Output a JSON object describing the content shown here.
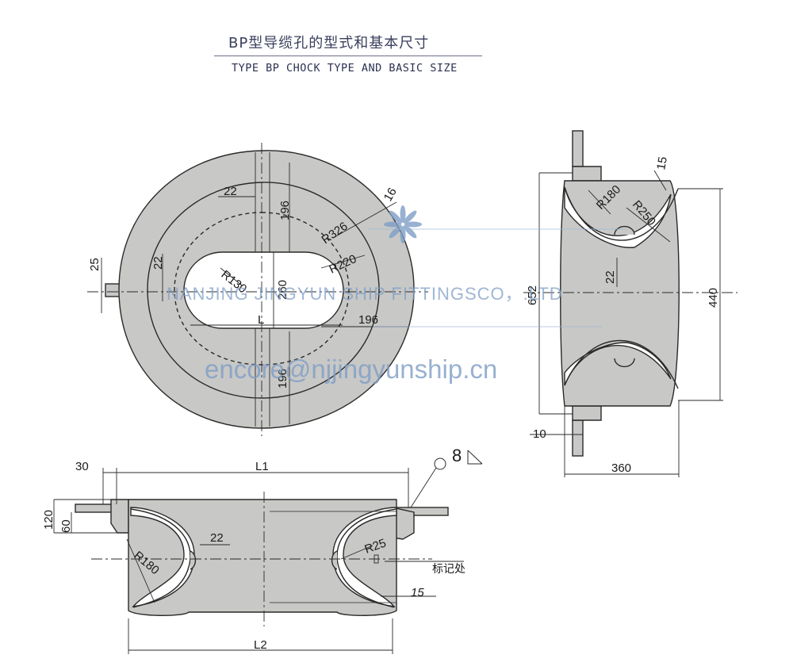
{
  "title_cn": "BP型导缆孔的型式和基本尺寸",
  "title_en": "TYPE BP CHOCK TYPE AND BASIC SIZE",
  "watermark": {
    "company": "NANJING JINGYUN SHIP FITTINGSCO，.LTD",
    "email": "encore@njjingyunship.cn",
    "color": "#7f9ec6"
  },
  "top_view": {
    "d22": "22",
    "d196_top": "196",
    "d16": "16",
    "r326": "R326",
    "d25": "25",
    "d22_left": "22",
    "r130": "R130",
    "d260": "260",
    "r220": "R220",
    "l": "L",
    "d196_right": "196",
    "d196_bottom": "196"
  },
  "side_view": {
    "d15": "15",
    "r180": "R180",
    "r250": "R250",
    "d652": "652",
    "d22": "22",
    "d440": "440",
    "d10": "10",
    "d360": "360"
  },
  "front_view": {
    "weld_size": "8",
    "d30": "30",
    "l1": "L1",
    "d120": "120",
    "d60": "60",
    "d22": "22",
    "r25": "R25",
    "r180": "R180",
    "mark_label": "标记处",
    "d15": "15",
    "l2": "L2"
  },
  "colors": {
    "body_fill": "#c8c8c6",
    "line": "#2a2a2a"
  }
}
